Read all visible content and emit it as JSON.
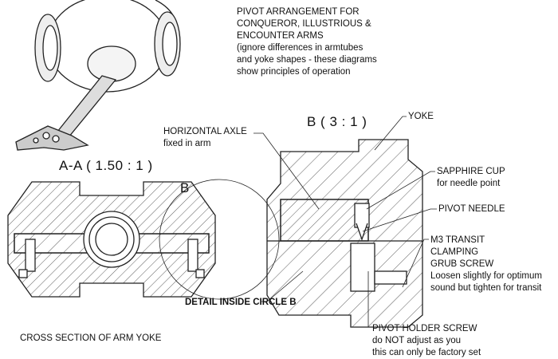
{
  "title": {
    "lines": [
      "PIVOT ARRANGEMENT FOR",
      "CONQUEROR, ILLUSTRIOUS &",
      "ENCOUNTER ARMS"
    ],
    "note_lines": [
      "(ignore differences in armtubes",
      "and yoke shapes - these diagrams",
      "show principles of operation"
    ]
  },
  "section_label": "A-A  ( 1.50 : 1 )",
  "circle_label": "B",
  "detail_label": "B  ( 3 : 1 )",
  "annotations": {
    "horizontal_axle": {
      "title": "HORIZONTAL AXLE",
      "note": "fixed in arm"
    },
    "yoke": {
      "title": "YOKE"
    },
    "sapphire_cup": {
      "title": "SAPPHIRE CUP",
      "note": "for needle point"
    },
    "pivot_needle": {
      "title": "PIVOT NEEDLE"
    },
    "grub_screw": {
      "lines": [
        "M3 TRANSIT",
        "CLAMPING",
        "GRUB SCREW"
      ],
      "note_lines": [
        "Loosen slightly for optimum",
        "sound but tighten for transit"
      ]
    },
    "detail_inside": {
      "title": "DETAIL INSIDE CIRCLE B"
    },
    "pivot_holder": {
      "title": "PIVOT HOLDER SCREW",
      "note_lines": [
        "do NOT adjust as you",
        "this can only be factory set"
      ]
    }
  },
  "caption": "CROSS SECTION OF ARM YOKE"
}
